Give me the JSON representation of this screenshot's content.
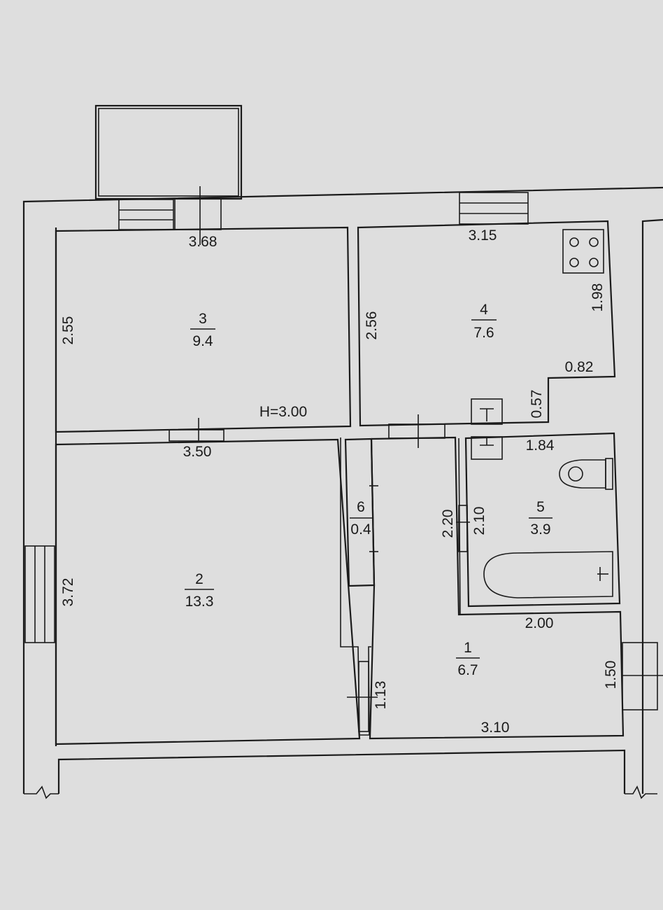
{
  "colors": {
    "paper": "#dedede",
    "ink": "#1b1b1b"
  },
  "plan": {
    "ceiling_height": "H=3.00",
    "rooms": [
      {
        "id": "room-1",
        "number": "1",
        "area": "6.7"
      },
      {
        "id": "room-2",
        "number": "2",
        "area": "13.3"
      },
      {
        "id": "room-3",
        "number": "3",
        "area": "9.4"
      },
      {
        "id": "room-4",
        "number": "4",
        "area": "7.6"
      },
      {
        "id": "room-5",
        "number": "5",
        "area": "3.9"
      },
      {
        "id": "room-6",
        "number": "6",
        "area": "0.4"
      }
    ],
    "dimensions": {
      "room3_width": "3.68",
      "room3_depth": "2.55",
      "room4_width": "3.15",
      "room4_depth": "2.56",
      "kitchen_recess_width": "1.98",
      "kitchen_step_width": "0.82",
      "kitchen_step_depth": "0.57",
      "room2_width": "3.50",
      "room2_depth": "3.72",
      "bath_width": "1.84",
      "bath_depth": "2.10",
      "hall_side": "2.20",
      "hall_width": "2.00",
      "hall_length": "3.10",
      "entry_width": "1.50",
      "doorway": "1.13"
    },
    "fixtures": [
      "stove-icon",
      "sink-icon",
      "toilet-icon",
      "bathtub-icon",
      "washbasin-icon"
    ]
  }
}
